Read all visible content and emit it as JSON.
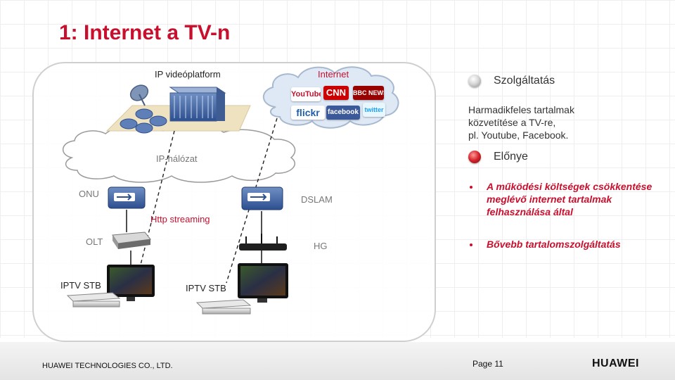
{
  "title": "1: Internet a TV-n",
  "diagram": {
    "labels": {
      "ip_videoplatform": "IP videóplatform",
      "internet": "Internet",
      "ip_network": "IP-hálózat",
      "onu": "ONU",
      "olt": "OLT",
      "http_streaming": "Http streaming",
      "dslam": "DSLAM",
      "hg": "HG",
      "iptv_stb_left": "IPTV STB",
      "iptv_stb_right": "IPTV STB"
    },
    "logos": {
      "youtube": "YouTube",
      "cnn": "CNN",
      "bbc_news": "BBC NEWS",
      "flickr": "flickr",
      "facebook": "facebook",
      "twitter": "twitter"
    }
  },
  "sidebar": {
    "services_heading": "Szolgáltatás",
    "services_text": [
      "Harmadikfeles tartalmak",
      "közvetítése a TV-re,",
      "pl. Youtube, Facebook."
    ],
    "advantages_heading": "Előnye",
    "advantages": [
      [
        "A működési költségek csökkentése",
        "meglévő internet tartalmak",
        "felhasználása által"
      ],
      [
        "Bővebb tartalomszolgáltatás"
      ]
    ]
  },
  "footer": {
    "company": "HUAWEI TECHNOLOGIES CO., LTD.",
    "page": "Page 11",
    "brand": "HUAWEI"
  },
  "colors": {
    "accent": "#c8102e",
    "cloud": "#dfe9f6",
    "cloud_stroke": "#a7b9cf"
  }
}
